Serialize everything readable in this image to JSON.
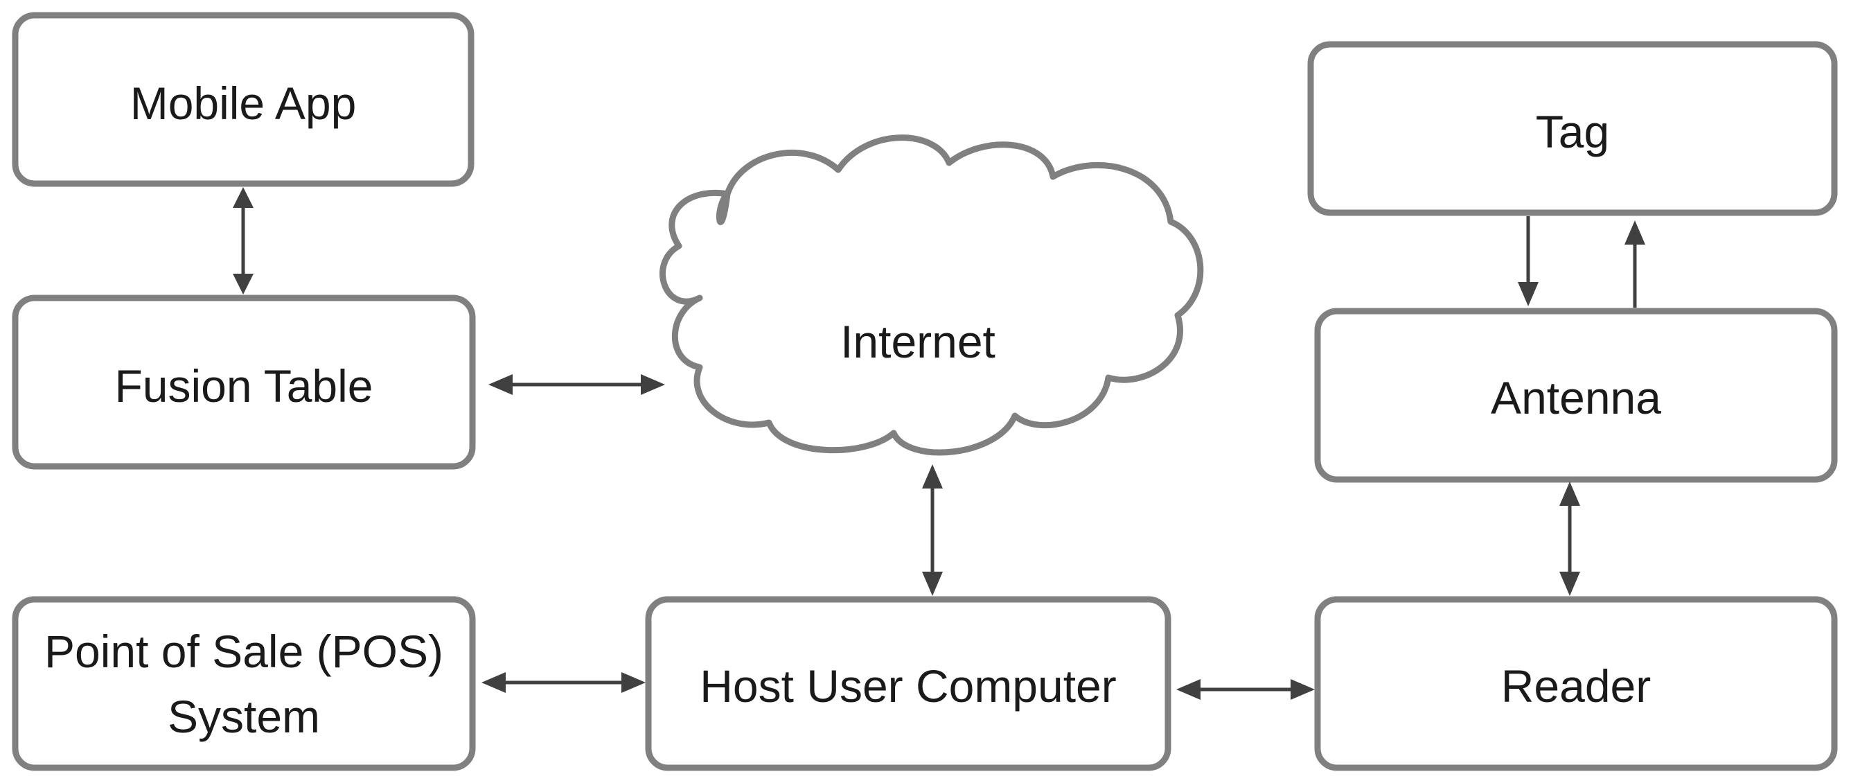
{
  "nodes": {
    "mobile_app": "Mobile App",
    "fusion_table": "Fusion Table",
    "internet": "Internet",
    "pos_line1": "Point of Sale (POS)",
    "pos_line2": "System",
    "host": "Host User Computer",
    "tag": "Tag",
    "antenna": "Antenna",
    "reader": "Reader"
  },
  "colors": {
    "box_border": "#808080",
    "arrow": "#404040",
    "text": "#1a1a1a"
  }
}
